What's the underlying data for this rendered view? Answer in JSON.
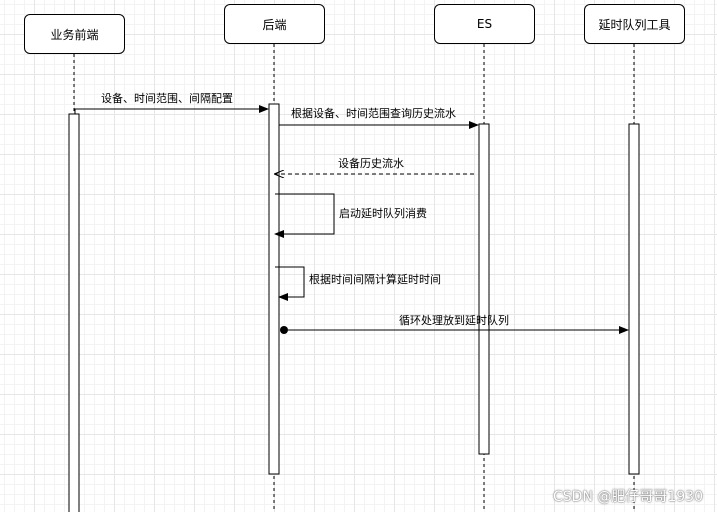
{
  "participants": {
    "frontend": "业务前端",
    "backend": "后端",
    "es": "ES",
    "delay_tool": "延时队列工具"
  },
  "messages": {
    "m1": "设备、时间范围、间隔配置",
    "m2": "根据设备、时间范围查询历史流水",
    "m3": "设备历史流水",
    "m4": "启动延时队列消费",
    "m5": "根据时间间隔计算延时时间",
    "m6": "循环处理放到延时队列"
  },
  "watermark": "CSDN @肥仔哥哥1930"
}
